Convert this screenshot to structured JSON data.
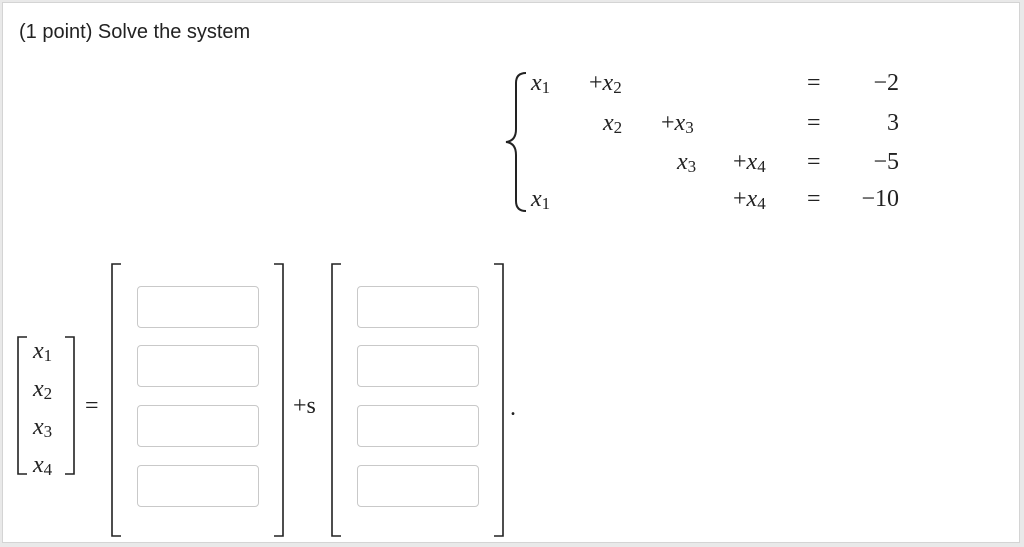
{
  "problem": {
    "prompt": "(1 point) Solve the system"
  },
  "system": {
    "rows": [
      {
        "terms": [
          {
            "sign": "",
            "var": "x",
            "sub": "1"
          },
          {
            "sign": "+",
            "var": "x",
            "sub": "2"
          }
        ],
        "eq": "=",
        "rhs": "−2"
      },
      {
        "terms": [
          {
            "sign": "",
            "var": "x",
            "sub": "2"
          },
          {
            "sign": "+",
            "var": "x",
            "sub": "3"
          }
        ],
        "eq": "=",
        "rhs": "3"
      },
      {
        "terms": [
          {
            "sign": "",
            "var": "x",
            "sub": "3"
          },
          {
            "sign": "+",
            "var": "x",
            "sub": "4"
          }
        ],
        "eq": "=",
        "rhs": "−5"
      },
      {
        "terms": [
          {
            "sign": "",
            "var": "x",
            "sub": "1"
          },
          {
            "sign": "+",
            "var": "x",
            "sub": "4"
          }
        ],
        "eq": "=",
        "rhs": "−10"
      }
    ]
  },
  "solution": {
    "vector": [
      {
        "var": "x",
        "sub": "1"
      },
      {
        "var": "x",
        "sub": "2"
      },
      {
        "var": "x",
        "sub": "3"
      },
      {
        "var": "x",
        "sub": "4"
      }
    ],
    "equals": "=",
    "plus_s": "+s",
    "period": ".",
    "particular": [
      "",
      "",
      "",
      ""
    ],
    "direction": [
      "",
      "",
      "",
      ""
    ]
  }
}
